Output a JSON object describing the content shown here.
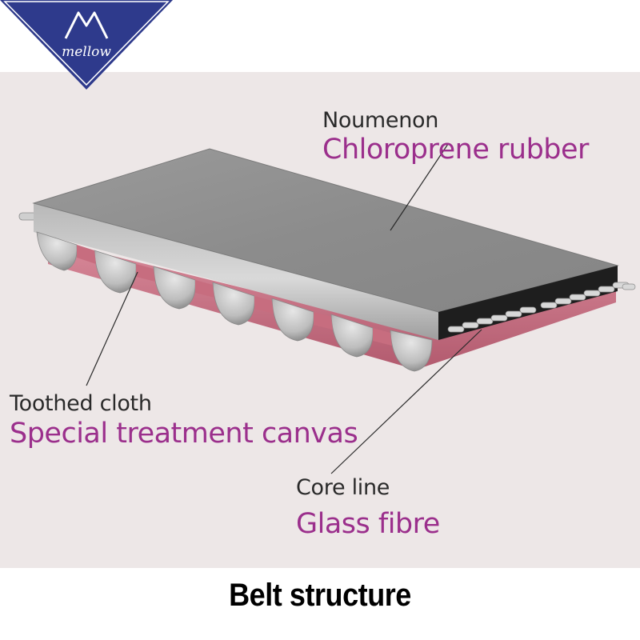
{
  "logo": {
    "text": "mellow",
    "initial": "M"
  },
  "labels": {
    "noumenon": {
      "title": "Noumenon",
      "material": "Chloroprene rubber"
    },
    "toothed_cloth": {
      "title": "Toothed cloth",
      "material": "Special treatment canvas"
    },
    "core_line": {
      "title": "Core line",
      "material": "Glass fibre"
    }
  },
  "caption": "Belt structure",
  "colors": {
    "background": "#ede7e7",
    "logo_blue": "#2e3a8c",
    "label_purple": "#9b2f8c",
    "belt_gray": "#8f8f8f",
    "canvas_pink": "#c76d7f"
  }
}
